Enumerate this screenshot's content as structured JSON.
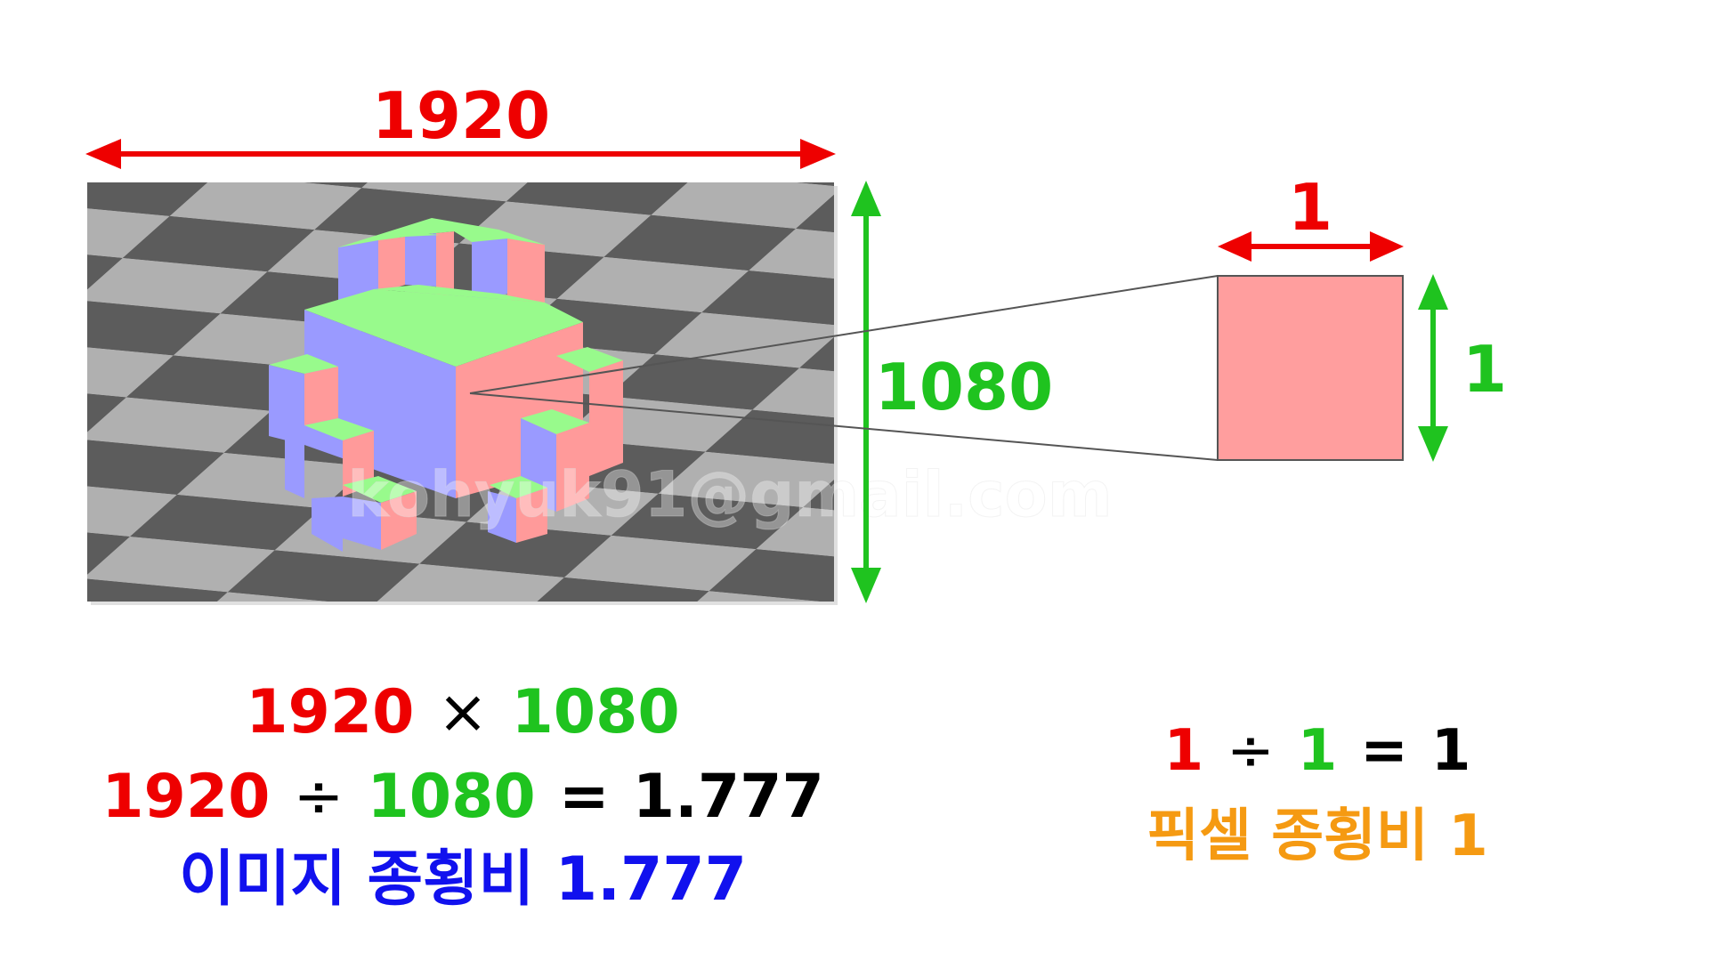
{
  "dimensions": {
    "width_label": "1920",
    "height_label": "1080",
    "pixel_width_label": "1",
    "pixel_height_label": "1"
  },
  "watermark": "kohyuk91@gmail.com",
  "equations": {
    "line1": {
      "a": "1920",
      "op": "×",
      "b": "1080"
    },
    "line2": {
      "a": "1920",
      "op": "÷",
      "b": "1080",
      "eq": "=",
      "result": "1.777"
    },
    "line3": "이미지 종횡비 1.777",
    "pixel_line1": {
      "a": "1",
      "op": "÷",
      "b": "1",
      "eq": "=",
      "result": "1"
    },
    "pixel_line2": "픽셀 종횡비 1"
  },
  "colors": {
    "width_red": "#ee0000",
    "height_green": "#1fc31f",
    "aspect_blue": "#1111ee",
    "pixel_orange": "#f59a12",
    "pixel_fill": "#ff9e9e",
    "voxel_top": "#98fa8c",
    "voxel_left": "#9a9aff",
    "voxel_right": "#ff9a9a",
    "floor_light": "#b0b0b0",
    "floor_dark": "#5c5c5c"
  }
}
